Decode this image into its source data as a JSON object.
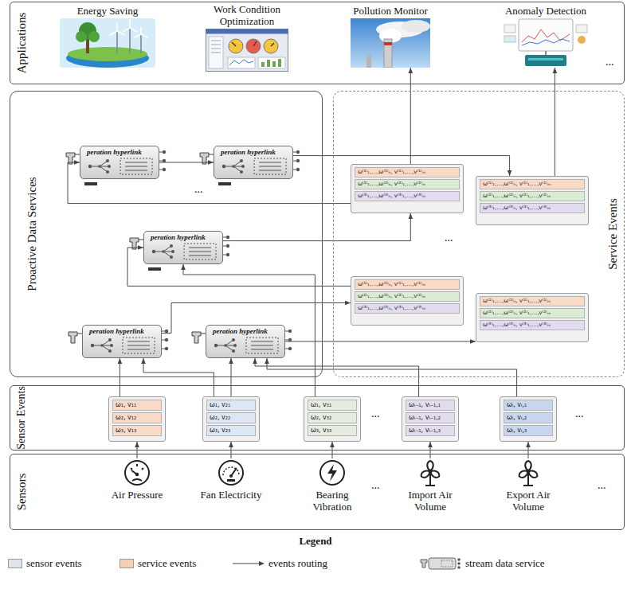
{
  "diagram": {
    "nodes": [
      {
        "text": [
          "Applications"
        ]
      },
      {
        "text": [
          "Energy Saving"
        ],
        "in": 0
      },
      {
        "text": [
          "Work Condition Optimization"
        ],
        "in": 0
      },
      {
        "text": [
          "Pollution Monitor"
        ],
        "in": 0
      },
      {
        "text": [
          "Anomaly Detection"
        ],
        "in": 0
      },
      {
        "text": [
          "Proactive Data Services"
        ]
      },
      {
        "text": [
          "peration hyperlink"
        ],
        "in": 5
      },
      {
        "text": [
          "peration hyperlink"
        ],
        "in": 5
      },
      {
        "text": [
          "peration hyperlink"
        ],
        "in": 5
      },
      {
        "text": [
          "peration hyperlink"
        ],
        "in": 5
      },
      {
        "text": [
          "peration hyperlink"
        ],
        "in": 5
      },
      {
        "text": [
          "Service Events"
        ]
      },
      {
        "text": [
          "ω⁽¹⁾₁,…,ω⁽¹⁾ₙ, v⁽¹⁾₁,…,v⁽¹⁾ₘ",
          "ω⁽²⁾₁,…,ω⁽²⁾ₙ, v⁽²⁾₁,…,v⁽²⁾ₘ",
          "ω⁽³⁾₁,…,ω⁽³⁾ₙ, v⁽³⁾₁,…,v⁽³⁾ₘ"
        ],
        "in": 11
      },
      {
        "text": [
          "ω⁽¹⁾₁,…,ω⁽¹⁾ₙ, v⁽¹⁾₁,…,v⁽¹⁾ₘ",
          "ω⁽²⁾₁,…,ω⁽²⁾ₙ, v⁽²⁾₁,…,v⁽²⁾ₘ",
          "ω⁽³⁾₁,…,ω⁽³⁾ₙ, v⁽³⁾₁,…,v⁽³⁾ₘ"
        ],
        "in": 11
      },
      {
        "text": [
          "ω⁽¹⁾₁,…,ω⁽¹⁾ₙ, v⁽¹⁾₁,…,v⁽¹⁾ₘ",
          "ω⁽²⁾₁,…,ω⁽²⁾ₙ, v⁽²⁾₁,…,v⁽²⁾ₘ",
          "ω⁽³⁾₁,…,ω⁽³⁾ₙ, v⁽³⁾₁,…,v⁽³⁾ₘ"
        ],
        "in": 11
      },
      {
        "text": [
          "ω⁽¹⁾₁,…,ω⁽¹⁾ₙ, v⁽¹⁾₁,…,v⁽¹⁾ₘ",
          "ω⁽²⁾₁,…,ω⁽²⁾ₙ, v⁽²⁾₁,…,v⁽²⁾ₘ",
          "ω⁽³⁾₁,…,ω⁽³⁾ₙ, v⁽³⁾₁,…,v⁽³⁾ₘ"
        ],
        "in": 11
      },
      {
        "text": [
          "Sensor Events"
        ]
      },
      {
        "text": [
          "ω₁, v₁₁",
          "ω₂, v₁₂",
          "ω₃, v₁₃"
        ],
        "in": 16
      },
      {
        "text": [
          "ω₁, v₂₁",
          "ω₂, v₂₂",
          "ω₃, v₂₃"
        ],
        "in": 16
      },
      {
        "text": [
          "ω₁, v₃₁",
          "ω₂, v₃₂",
          "ω₃, v₃₃"
        ],
        "in": 16
      },
      {
        "text": [
          "ωᵢ₋₁, vᵢ₋₁,₁",
          "ωᵢ₋₁, vᵢ₋₁,₂",
          "ωᵢ₋₁, vᵢ₋₁,₃"
        ],
        "in": 16
      },
      {
        "text": [
          "ωᵢ, vᵢ,₁",
          "ωᵢ, vᵢ,₂",
          "ωᵢ, vᵢ,₃"
        ],
        "in": 16
      },
      {
        "text": [
          "Sensors"
        ]
      },
      {
        "text": [
          "Air Pressure"
        ],
        "in": 22
      },
      {
        "text": [
          "Fan Electricity"
        ],
        "in": 22
      },
      {
        "text": [
          "Bearing Vibration"
        ],
        "in": 22
      },
      {
        "text": [
          "Import Air Volume"
        ],
        "in": 22
      },
      {
        "text": [
          "Export Air Volume"
        ],
        "in": 22
      }
    ],
    "edges": [
      {
        "from": 6,
        "to": 7,
        "arrow": "to"
      },
      {
        "from": 7,
        "to": 13,
        "arrow": "to"
      },
      {
        "from": 12,
        "to": 6,
        "arrow": "to"
      },
      {
        "from": 8,
        "to": 12,
        "arrow": "to"
      },
      {
        "from": 14,
        "to": 8,
        "arrow": "to"
      },
      {
        "from": 9,
        "to": 14,
        "arrow": "to"
      },
      {
        "from": 10,
        "to": 15,
        "arrow": "to"
      },
      {
        "from": 12,
        "to": 3,
        "arrow": "to"
      },
      {
        "from": 13,
        "to": 4,
        "arrow": "to"
      },
      {
        "from": 17,
        "to": 9,
        "arrow": "to"
      },
      {
        "from": 18,
        "to": 9,
        "arrow": "to"
      },
      {
        "from": 18,
        "to": 10,
        "arrow": "to"
      },
      {
        "from": 20,
        "to": 10,
        "arrow": "to"
      },
      {
        "from": 21,
        "to": 10,
        "arrow": "to"
      },
      {
        "from": 19,
        "to": 8,
        "arrow": "to"
      },
      {
        "from": 23,
        "to": 17,
        "arrow": "to"
      },
      {
        "from": 24,
        "to": 18,
        "arrow": "to"
      },
      {
        "from": 25,
        "to": 19,
        "arrow": "to"
      },
      {
        "from": 26,
        "to": 20,
        "arrow": "to"
      },
      {
        "from": 27,
        "to": 21,
        "arrow": "to"
      }
    ],
    "labels": [
      "...",
      "...",
      "...",
      "...",
      "...",
      "...",
      "...",
      "Legend"
    ],
    "legend": [
      {
        "text": "sensor events",
        "color": "#dde4ec"
      },
      {
        "text": "service events",
        "color": "#f6cfb4"
      },
      {
        "text": "events routing"
      },
      {
        "text": "stream data service"
      }
    ]
  }
}
